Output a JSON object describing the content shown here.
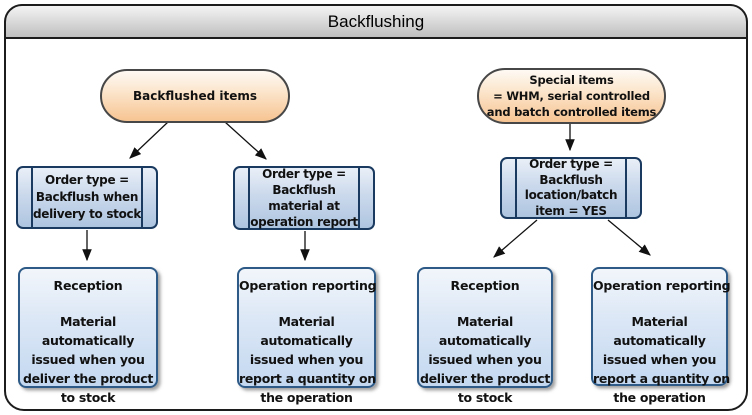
{
  "title": "Backflushing",
  "pills": {
    "backflushed": {
      "label": "Backflushed items"
    },
    "special": {
      "label": "Special items\n= WHM, serial controlled\nand batch controlled items"
    }
  },
  "order_types": {
    "delivery": {
      "label": "Order type =\nBackflush when\ndelivery to stock"
    },
    "operation": {
      "label": "Order type =\nBackflush\nmaterial at\noperation report"
    },
    "location_batch": {
      "label": "Order type =\nBackflush\nlocation/batch\nitem = YES"
    }
  },
  "outcomes": {
    "reception_left": {
      "heading": "Reception",
      "body": "Material\nautomatically\nissued when you\ndeliver the product\nto stock"
    },
    "operation_left": {
      "heading": "Operation reporting",
      "body": "Material\nautomatically\nissued when you\nreport a quantity on\nthe operation"
    },
    "reception_right": {
      "heading": "Reception",
      "body": "Material\nautomatically\nissued when you\ndeliver the product\nto stock"
    },
    "operation_right": {
      "heading": "Operation reporting",
      "body": "Material\nautomatically\nissued when you\nreport a quantity on\nthe operation"
    }
  },
  "colors": {
    "pill_fill_top": "#fefaf4",
    "pill_fill_bottom": "#f7c492",
    "pill_border": "#474747",
    "process_fill_top": "#e9eff7",
    "process_fill_bottom": "#aec5e0",
    "process_border": "#1b3a60",
    "outcome_fill_top": "#f2f6fb",
    "outcome_fill_bottom": "#c3d8f0",
    "outcome_border": "#2e5a87",
    "titlebar_top": "#f4f4f4",
    "titlebar_bottom": "#bfbfbf",
    "arrow": "#111111"
  }
}
